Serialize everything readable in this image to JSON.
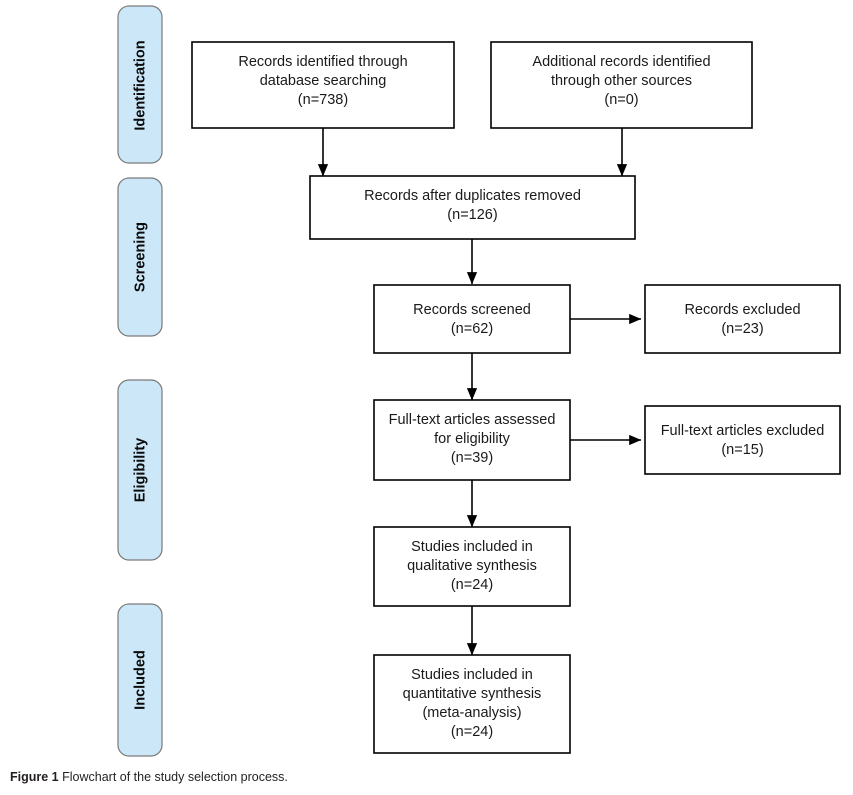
{
  "figure": {
    "caption_label": "Figure 1",
    "caption_text": "Flowchart of the study selection process."
  },
  "colors": {
    "stage_fill": "#cce7f7",
    "stage_border": "#7a7a7a",
    "box_fill": "#ffffff",
    "box_border": "#000000",
    "text": "#1a1a1a"
  },
  "stages": [
    {
      "label": "Identification"
    },
    {
      "label": "Screening"
    },
    {
      "label": "Eligibility"
    },
    {
      "label": "Included"
    }
  ],
  "nodes": {
    "records_database": {
      "lines": [
        "Records identified through",
        "database searching",
        "(n=738)"
      ],
      "count": 738
    },
    "records_other": {
      "lines": [
        "Additional records identified",
        "through other sources",
        "(n=0)"
      ],
      "count": 0
    },
    "duplicates_removed": {
      "lines": [
        "Records after duplicates removed",
        "(n=126)"
      ],
      "count": 126
    },
    "records_screened": {
      "lines": [
        "Records screened",
        "(n=62)"
      ],
      "count": 62
    },
    "records_excluded": {
      "lines": [
        "Records excluded",
        "(n=23)"
      ],
      "count": 23
    },
    "fulltext_assessed": {
      "lines": [
        "Full-text articles assessed",
        "for eligibility",
        "(n=39)"
      ],
      "count": 39
    },
    "fulltext_excluded": {
      "lines": [
        "Full-text articles excluded",
        "(n=15)"
      ],
      "count": 15
    },
    "qualitative_synthesis": {
      "lines": [
        "Studies included in",
        "qualitative synthesis",
        "(n=24)"
      ],
      "count": 24
    },
    "quantitative_synthesis": {
      "lines": [
        "Studies included in",
        "quantitative synthesis",
        "(meta-analysis)",
        "(n=24)"
      ],
      "count": 24
    }
  }
}
